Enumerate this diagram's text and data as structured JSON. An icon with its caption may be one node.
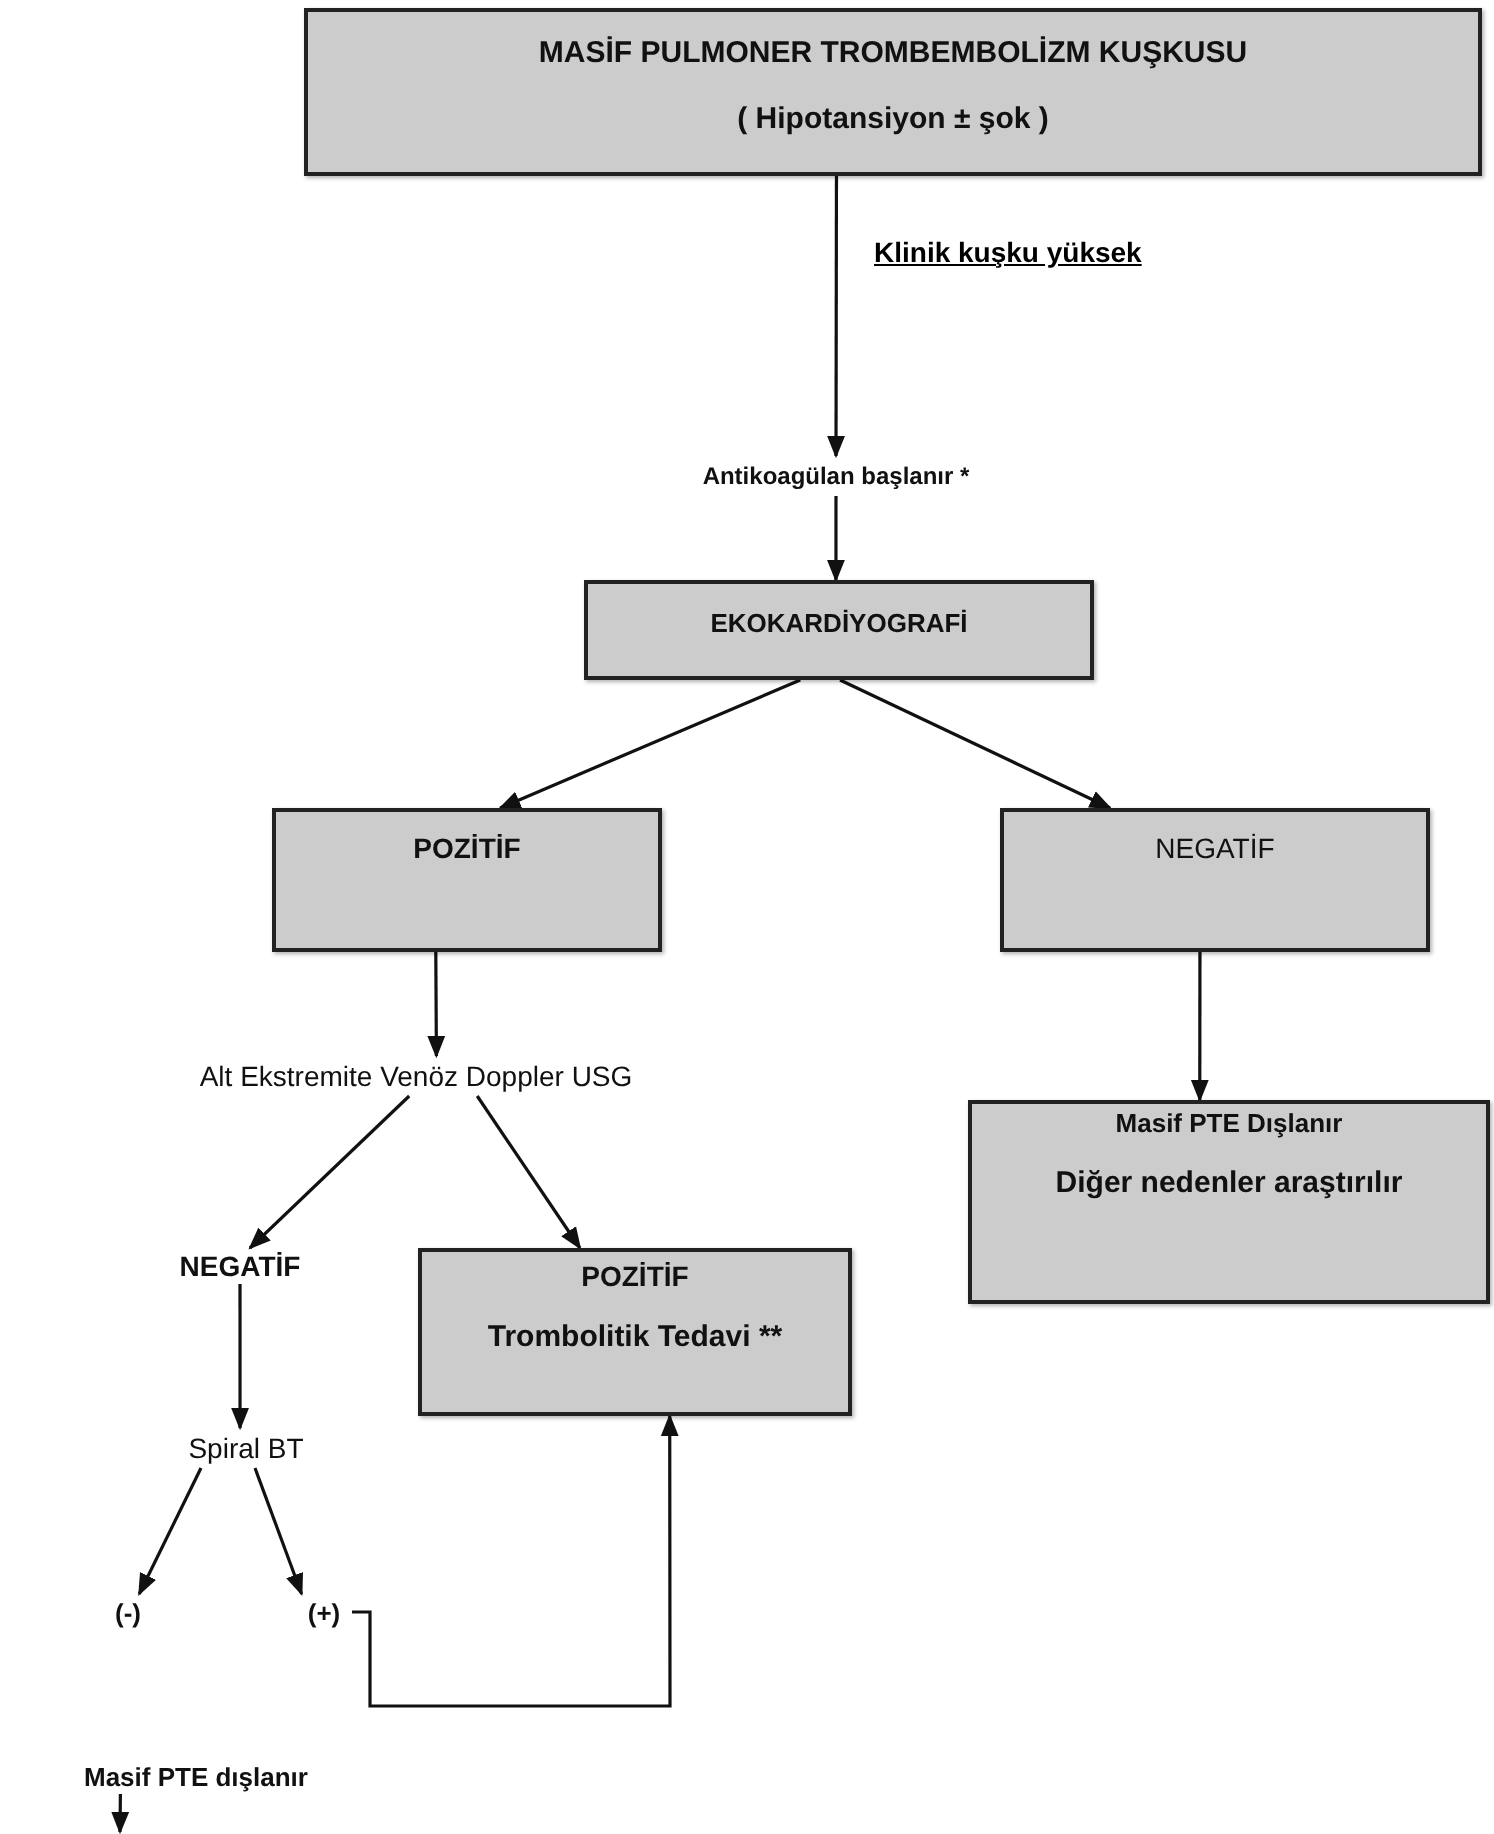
{
  "diagram": {
    "nodes": [
      {
        "text": [
          "MASİF PULMONER TROMBEMBOLİZM KUŞKUSU",
          "( Hipotansiyon ± şok )"
        ]
      },
      {
        "text": [
          "Antikoagülan başlanır *"
        ]
      },
      {
        "text": [
          "EKOKARDİYOGRAFİ"
        ]
      },
      {
        "text": [
          "POZİTİF"
        ]
      },
      {
        "text": [
          "NEGATİF"
        ]
      },
      {
        "text": [
          "Alt Ekstremite Venöz Doppler USG"
        ]
      },
      {
        "text": [
          "Masif PTE Dışlanır",
          "Diğer nedenler araştırılır"
        ]
      },
      {
        "text": [
          "NEGATİF"
        ]
      },
      {
        "text": [
          "POZİTİF",
          "Trombolitik Tedavi **"
        ]
      },
      {
        "text": [
          "Spiral BT"
        ]
      },
      {
        "text": [
          "(-)"
        ]
      },
      {
        "text": [
          "(+)"
        ]
      },
      {
        "text": [
          "Masif PTE dışlanır"
        ]
      }
    ],
    "edges": [
      {
        "from": 0,
        "to": 1,
        "arrow": "to",
        "label": "Klinik kuşku yüksek"
      },
      {
        "from": 1,
        "to": 2,
        "arrow": "to"
      },
      {
        "from": 2,
        "to": 3,
        "arrow": "to"
      },
      {
        "from": 2,
        "to": 4,
        "arrow": "to"
      },
      {
        "from": 3,
        "to": 5,
        "arrow": "to"
      },
      {
        "from": 4,
        "to": 6,
        "arrow": "to"
      },
      {
        "from": 5,
        "to": 7,
        "arrow": "to"
      },
      {
        "from": 5,
        "to": 8,
        "arrow": "to"
      },
      {
        "from": 7,
        "to": 9,
        "arrow": "to"
      },
      {
        "from": 9,
        "to": 10,
        "arrow": "to"
      },
      {
        "from": 9,
        "to": 11,
        "arrow": "to"
      },
      {
        "from": 11,
        "to": 8,
        "arrow": "to"
      },
      {
        "from": 12,
        "to": null,
        "arrow": "to"
      }
    ]
  }
}
